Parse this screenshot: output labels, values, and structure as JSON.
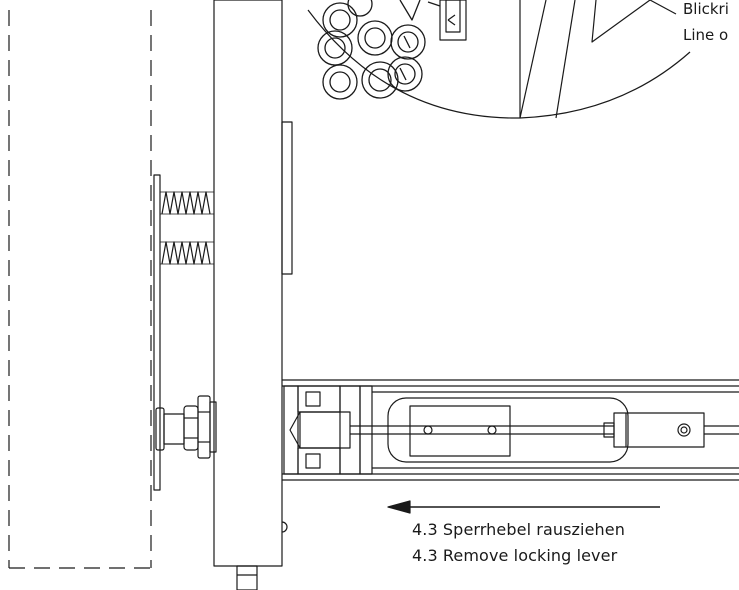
{
  "callout": {
    "line1": "Blickri",
    "line2": "Line o"
  },
  "steps": [
    {
      "label": "4.3 Sperrhebel rausziehen"
    },
    {
      "label": "4.3 Remove locking lever"
    }
  ]
}
